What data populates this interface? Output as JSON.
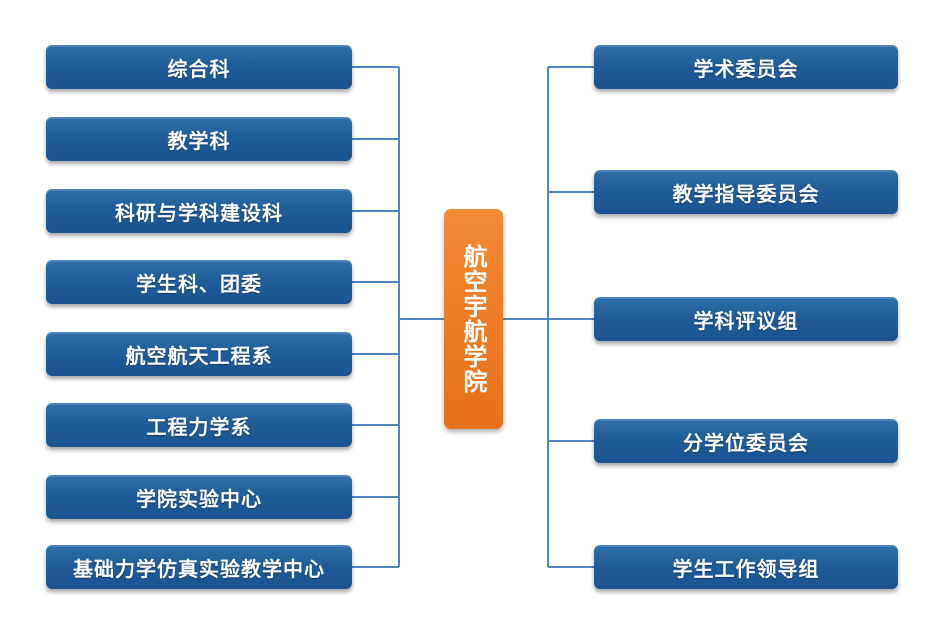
{
  "center": {
    "label": "航空宇航学院"
  },
  "left_units": [
    {
      "label": "综合科"
    },
    {
      "label": "教学科"
    },
    {
      "label": "科研与学科建设科"
    },
    {
      "label": "学生科、团委"
    },
    {
      "label": "航空航天工程系"
    },
    {
      "label": "工程力学系"
    },
    {
      "label": "学院实验中心"
    },
    {
      "label": "基础力学仿真实验教学中心"
    }
  ],
  "right_units": [
    {
      "label": "学术委员会"
    },
    {
      "label": "教学指导委员会"
    },
    {
      "label": "学科评议组"
    },
    {
      "label": "分学位委员会"
    },
    {
      "label": "学生工作领导组"
    }
  ],
  "colors": {
    "box_blue": "#1f5c99",
    "center_orange": "#ee7b25",
    "connector": "#4f86c0"
  }
}
